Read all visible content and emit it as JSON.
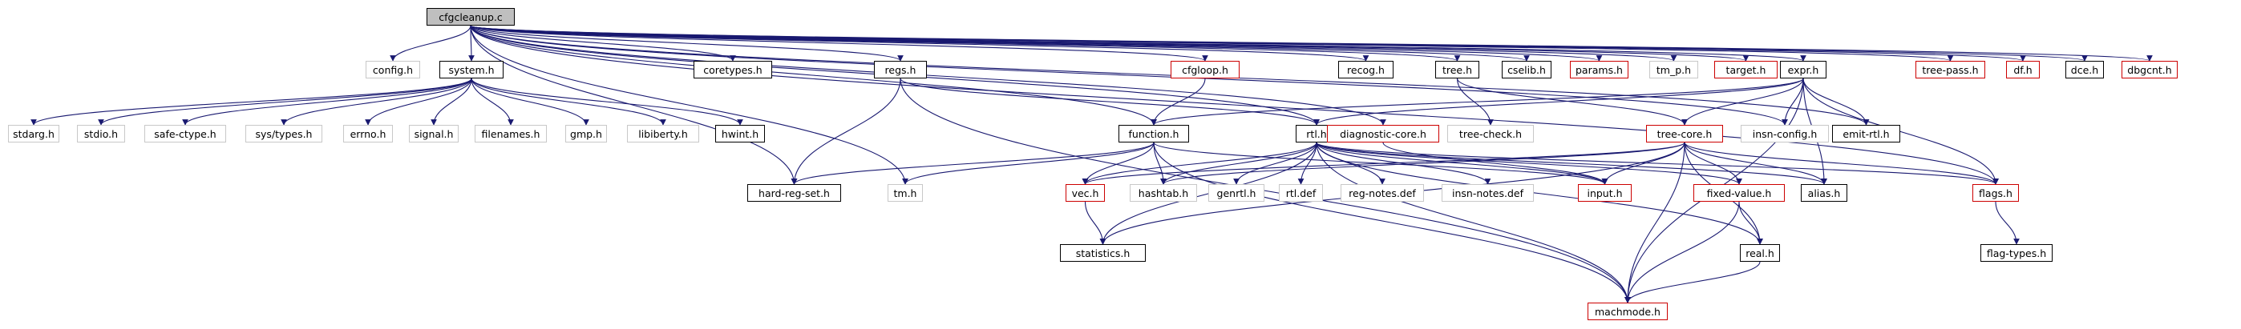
{
  "colors": {
    "edge_blue": "#191970",
    "edge_red": "#8b1a1a",
    "node_black": "#000000",
    "node_red": "#cc0000",
    "node_grey": "#c8c8c8",
    "root_fill": "#bfbfbf"
  },
  "diagram": {
    "nodes": [
      {
        "id": "cfgcleanup",
        "label": "cfgcleanup.c",
        "style": "root"
      },
      {
        "id": "config",
        "label": "config.h",
        "style": "grey"
      },
      {
        "id": "system",
        "label": "system.h",
        "style": "black"
      },
      {
        "id": "coretypes",
        "label": "coretypes.h",
        "style": "black"
      },
      {
        "id": "regs",
        "label": "regs.h",
        "style": "black"
      },
      {
        "id": "cfgloop",
        "label": "cfgloop.h",
        "style": "red"
      },
      {
        "id": "recog",
        "label": "recog.h",
        "style": "black"
      },
      {
        "id": "tree",
        "label": "tree.h",
        "style": "black"
      },
      {
        "id": "cselib",
        "label": "cselib.h",
        "style": "black"
      },
      {
        "id": "params",
        "label": "params.h",
        "style": "red"
      },
      {
        "id": "tm_p",
        "label": "tm_p.h",
        "style": "grey"
      },
      {
        "id": "target",
        "label": "target.h",
        "style": "red"
      },
      {
        "id": "expr",
        "label": "expr.h",
        "style": "black"
      },
      {
        "id": "treepass",
        "label": "tree-pass.h",
        "style": "red"
      },
      {
        "id": "df",
        "label": "df.h",
        "style": "red"
      },
      {
        "id": "dce",
        "label": "dce.h",
        "style": "black"
      },
      {
        "id": "dbgcnt",
        "label": "dbgcnt.h",
        "style": "red"
      },
      {
        "id": "stdarg",
        "label": "stdarg.h",
        "style": "grey"
      },
      {
        "id": "stdio",
        "label": "stdio.h",
        "style": "grey"
      },
      {
        "id": "safectype",
        "label": "safe-ctype.h",
        "style": "grey"
      },
      {
        "id": "systypes",
        "label": "sys/types.h",
        "style": "grey"
      },
      {
        "id": "errno",
        "label": "errno.h",
        "style": "grey"
      },
      {
        "id": "signal",
        "label": "signal.h",
        "style": "grey"
      },
      {
        "id": "filenames",
        "label": "filenames.h",
        "style": "grey"
      },
      {
        "id": "gmp",
        "label": "gmp.h",
        "style": "grey"
      },
      {
        "id": "libiberty",
        "label": "libiberty.h",
        "style": "grey"
      },
      {
        "id": "hwint",
        "label": "hwint.h",
        "style": "black"
      },
      {
        "id": "function",
        "label": "function.h",
        "style": "black"
      },
      {
        "id": "rtl",
        "label": "rtl.h",
        "style": "black"
      },
      {
        "id": "diagcore",
        "label": "diagnostic-core.h",
        "style": "red"
      },
      {
        "id": "treecheck",
        "label": "tree-check.h",
        "style": "grey"
      },
      {
        "id": "treecore",
        "label": "tree-core.h",
        "style": "red"
      },
      {
        "id": "insnconfig",
        "label": "insn-config.h",
        "style": "grey"
      },
      {
        "id": "emitrtl",
        "label": "emit-rtl.h",
        "style": "black"
      },
      {
        "id": "hardregset",
        "label": "hard-reg-set.h",
        "style": "black"
      },
      {
        "id": "tm",
        "label": "tm.h",
        "style": "grey"
      },
      {
        "id": "vec",
        "label": "vec.h",
        "style": "red"
      },
      {
        "id": "hashtab",
        "label": "hashtab.h",
        "style": "grey"
      },
      {
        "id": "genrtl",
        "label": "genrtl.h",
        "style": "grey"
      },
      {
        "id": "rtldef",
        "label": "rtl.def",
        "style": "grey"
      },
      {
        "id": "regnotes",
        "label": "reg-notes.def",
        "style": "grey"
      },
      {
        "id": "insnnotes",
        "label": "insn-notes.def",
        "style": "grey"
      },
      {
        "id": "input",
        "label": "input.h",
        "style": "red"
      },
      {
        "id": "fixedvalue",
        "label": "fixed-value.h",
        "style": "red"
      },
      {
        "id": "alias",
        "label": "alias.h",
        "style": "black"
      },
      {
        "id": "flags",
        "label": "flags.h",
        "style": "red"
      },
      {
        "id": "statistics",
        "label": "statistics.h",
        "style": "black"
      },
      {
        "id": "real",
        "label": "real.h",
        "style": "black"
      },
      {
        "id": "flagtypes",
        "label": "flag-types.h",
        "style": "black"
      },
      {
        "id": "machmode",
        "label": "machmode.h",
        "style": "red"
      }
    ],
    "edges": [
      [
        "cfgcleanup",
        "config"
      ],
      [
        "cfgcleanup",
        "system"
      ],
      [
        "cfgcleanup",
        "coretypes"
      ],
      [
        "cfgcleanup",
        "regs"
      ],
      [
        "cfgcleanup",
        "cfgloop"
      ],
      [
        "cfgcleanup",
        "recog"
      ],
      [
        "cfgcleanup",
        "tree"
      ],
      [
        "cfgcleanup",
        "cselib"
      ],
      [
        "cfgcleanup",
        "params"
      ],
      [
        "cfgcleanup",
        "tm_p"
      ],
      [
        "cfgcleanup",
        "target"
      ],
      [
        "cfgcleanup",
        "expr"
      ],
      [
        "cfgcleanup",
        "treepass"
      ],
      [
        "cfgcleanup",
        "df"
      ],
      [
        "cfgcleanup",
        "dce"
      ],
      [
        "cfgcleanup",
        "dbgcnt"
      ],
      [
        "cfgcleanup",
        "hardregset"
      ],
      [
        "cfgcleanup",
        "tm"
      ],
      [
        "cfgcleanup",
        "function"
      ],
      [
        "cfgcleanup",
        "rtl"
      ],
      [
        "cfgcleanup",
        "diagcore"
      ],
      [
        "cfgcleanup",
        "insnconfig"
      ],
      [
        "cfgcleanup",
        "emitrtl"
      ],
      [
        "cfgcleanup",
        "flags"
      ],
      [
        "system",
        "stdarg"
      ],
      [
        "system",
        "stdio"
      ],
      [
        "system",
        "safectype"
      ],
      [
        "system",
        "systypes"
      ],
      [
        "system",
        "errno"
      ],
      [
        "system",
        "signal"
      ],
      [
        "system",
        "filenames"
      ],
      [
        "system",
        "gmp"
      ],
      [
        "system",
        "libiberty"
      ],
      [
        "system",
        "hwint"
      ],
      [
        "regs",
        "rtl"
      ],
      [
        "regs",
        "hardregset"
      ],
      [
        "regs",
        "machmode"
      ],
      [
        "cfgloop",
        "function"
      ],
      [
        "tree",
        "treecheck"
      ],
      [
        "tree",
        "treecore"
      ],
      [
        "expr",
        "function"
      ],
      [
        "expr",
        "rtl"
      ],
      [
        "expr",
        "treecore"
      ],
      [
        "expr",
        "insnconfig"
      ],
      [
        "expr",
        "emitrtl"
      ],
      [
        "expr",
        "alias"
      ],
      [
        "expr",
        "flags"
      ],
      [
        "expr",
        "machmode"
      ],
      [
        "function",
        "hardregset"
      ],
      [
        "function",
        "tm"
      ],
      [
        "function",
        "vec"
      ],
      [
        "function",
        "hashtab"
      ],
      [
        "function",
        "input"
      ],
      [
        "function",
        "machmode"
      ],
      [
        "rtl",
        "statistics"
      ],
      [
        "rtl",
        "machmode"
      ],
      [
        "rtl",
        "input"
      ],
      [
        "rtl",
        "real"
      ],
      [
        "rtl",
        "vec"
      ],
      [
        "rtl",
        "fixedvalue"
      ],
      [
        "rtl",
        "alias"
      ],
      [
        "rtl",
        "hashtab"
      ],
      [
        "rtl",
        "flags"
      ],
      [
        "rtl",
        "genrtl"
      ],
      [
        "rtl",
        "rtldef"
      ],
      [
        "rtl",
        "regnotes"
      ],
      [
        "rtl",
        "insnnotes"
      ],
      [
        "diagcore",
        "input"
      ],
      [
        "treecore",
        "hashtab"
      ],
      [
        "treecore",
        "machmode"
      ],
      [
        "treecore",
        "input"
      ],
      [
        "treecore",
        "statistics"
      ],
      [
        "treecore",
        "vec"
      ],
      [
        "treecore",
        "real"
      ],
      [
        "treecore",
        "fixedvalue"
      ],
      [
        "treecore",
        "alias"
      ],
      [
        "treecore",
        "flags"
      ],
      [
        "vec",
        "statistics"
      ],
      [
        "fixedvalue",
        "real"
      ],
      [
        "fixedvalue",
        "machmode"
      ],
      [
        "real",
        "machmode"
      ],
      [
        "flags",
        "flagtypes"
      ]
    ]
  }
}
